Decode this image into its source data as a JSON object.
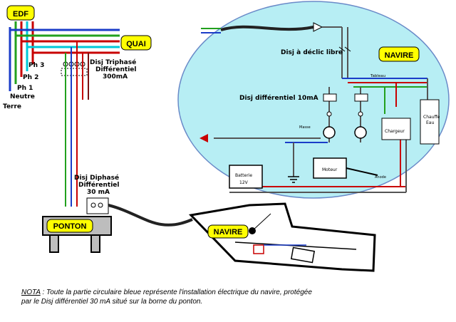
{
  "tags": {
    "edf": "EDF",
    "quai": "QUAI",
    "navire": "NAVIRE",
    "ponton": "PONTON",
    "navire_boat": "NAVIRE"
  },
  "phases": {
    "ph3": "Ph 3",
    "ph2": "Ph 2",
    "ph1": "Ph 1",
    "neutre": "Neutre",
    "terre": "Terre"
  },
  "breakers": {
    "triphase_line1": "Disj Triphasé",
    "triphase_line2": "Différentiel",
    "triphase_line3": "300mA",
    "diphase_line1": "Disj Diphasé",
    "diphase_line2": "Différentiel",
    "diphase_line3": "30 mA"
  },
  "ship": {
    "disj_declic": "Disj à déclic libre",
    "disj_diff": "Disj différentiel 10mA",
    "tableau": "Tableau",
    "chauffe_line1": "Chauffe",
    "chauffe_line2": "Eau",
    "chargeur": "Chargeur",
    "batterie_line1": "Batterie",
    "batterie_line2": "12V",
    "moteur": "Moteur",
    "anode": "Anode",
    "masse": "Masse"
  },
  "note": {
    "label": "NOTA",
    "line1": " : Toute la partie circulaire bleue représente l'installation électrique du navire, protégée",
    "line2": "par le Disj différentiel 30 mA situé sur la borne du ponton."
  },
  "colors": {
    "sea": "#b7eef4",
    "tag_yellow": "#ffff00",
    "tag_blue": "#bfe8ff",
    "wire_red": "#c80000",
    "wire_blue": "#1a3cc8",
    "wire_green": "#22a01e",
    "wire_cyan": "#00c8d8",
    "wire_maroon": "#7a1010"
  }
}
